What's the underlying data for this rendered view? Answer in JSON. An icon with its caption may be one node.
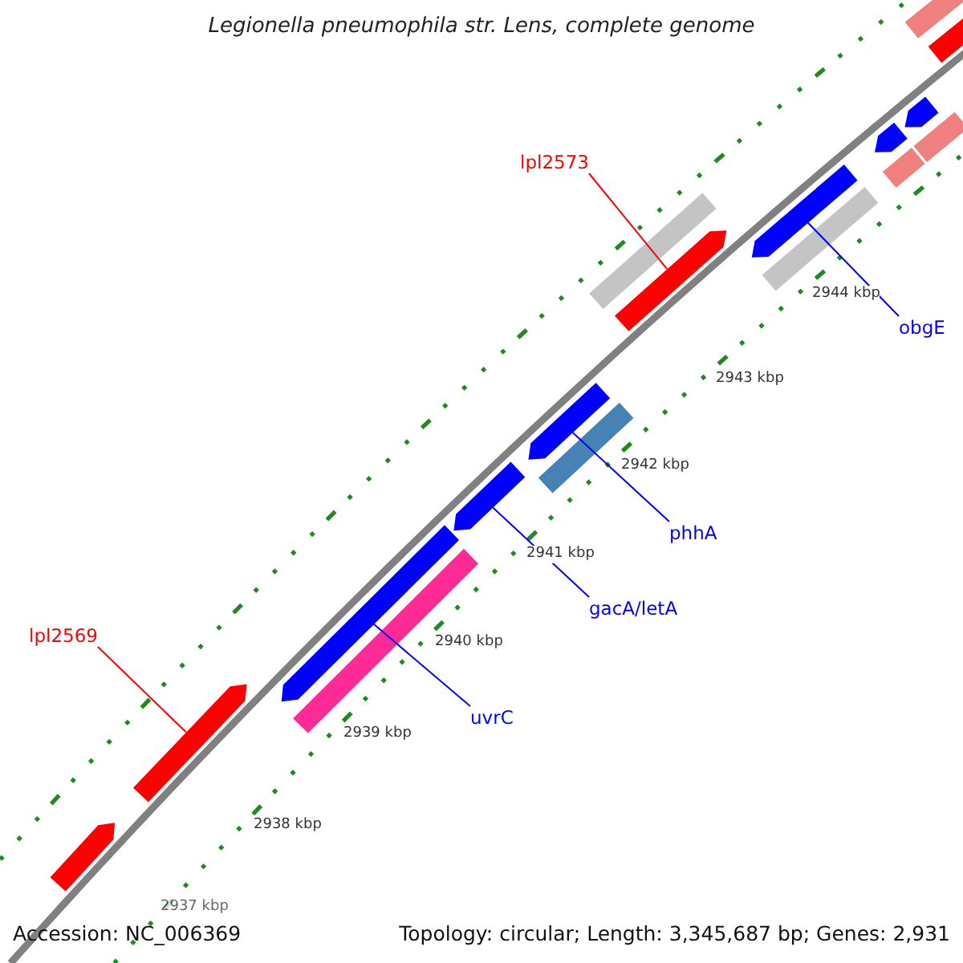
{
  "diagram": {
    "title": "Legionella pneumophila str. Lens, complete genome",
    "nodes": [
      {
        "text": [
          "lpl2573"
        ]
      },
      {
        "text": [
          "obgE"
        ]
      },
      {
        "text": [
          "phhA"
        ]
      },
      {
        "text": [
          "gacA/letA"
        ]
      },
      {
        "text": [
          "uvrC"
        ]
      },
      {
        "text": [
          "lpl2569"
        ]
      },
      {
        "text": [],
        "shape": "arrow"
      },
      {
        "text": [],
        "shape": "arrow"
      },
      {
        "text": [],
        "shape": "arrow"
      },
      {
        "text": [],
        "shape": "bar"
      },
      {
        "text": [],
        "shape": "arrow"
      },
      {
        "text": [],
        "shape": "bar"
      },
      {
        "text": [],
        "shape": "arrow"
      },
      {
        "text": [],
        "shape": "bar"
      },
      {
        "text": [],
        "shape": "arrow"
      },
      {
        "text": [],
        "shape": "arrow"
      },
      {
        "text": [],
        "shape": "bar"
      },
      {
        "text": [],
        "shape": "arrow"
      },
      {
        "text": [],
        "shape": "bar"
      },
      {
        "text": [],
        "shape": "arrow"
      },
      {
        "text": [],
        "shape": "bar"
      },
      {
        "text": [],
        "shape": "bar"
      },
      {
        "text": [],
        "shape": "arrow"
      }
    ],
    "edges": [
      {
        "from": 0,
        "to": 14,
        "arrow": "none",
        "color": "#ff0000"
      },
      {
        "from": 1,
        "to": 15,
        "arrow": "none"
      },
      {
        "from": 2,
        "to": 12,
        "arrow": "none"
      },
      {
        "from": 3,
        "to": 10,
        "arrow": "none"
      },
      {
        "from": 4,
        "to": 8,
        "arrow": "none"
      },
      {
        "from": 5,
        "to": 7,
        "arrow": "none",
        "color": "#ff0000"
      }
    ],
    "labels": [
      "2944 kbp",
      "2943 kbp",
      "2942 kbp",
      "2941 kbp",
      "2940 kbp",
      "2939 kbp",
      "2938 kbp",
      "2937 kbp",
      "Accession: NC_006369",
      "Topology: circular; Length: 3,345,687 bp; Genes: 2,931"
    ]
  }
}
